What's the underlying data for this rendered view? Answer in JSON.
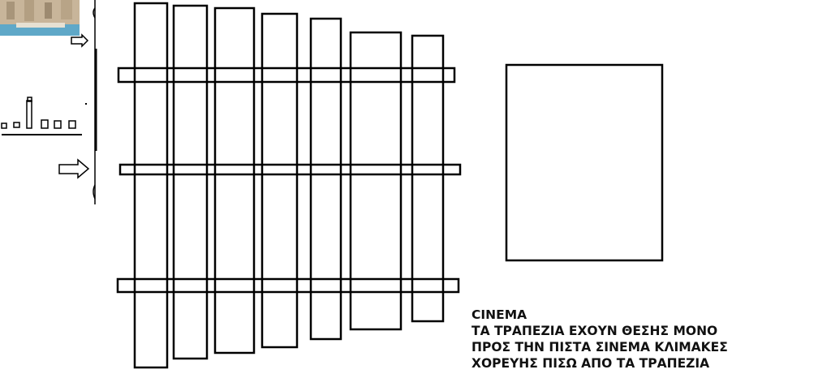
{
  "caption": {
    "heading": "CINEMA",
    "lines": [
      "ΤΑ ΤΡΑΠΕΖΙΑ ΕΧΟΥΝ ΘΕΣΗΣ ΜΟΝΟ",
      "ΠΡΟΣ ΤΗΝ ΠΙΣΤΑ ΣΙΝΕΜΑ ΚΛΙΜΑΚΕΣ",
      "ΧΟΡΕΥΗΣ ΠΙΣΩ ΑΠΟ ΤΑ ΤΡΑΠΕΖΙΑ"
    ]
  },
  "colors": {
    "stroke": "#000000",
    "background": "#ffffff",
    "photo_sky": "#d7dde3",
    "photo_stone": "#c8b59a",
    "photo_water": "#5fa8c8"
  },
  "icons": [
    "arrow-right-icon",
    "arrow-right-icon",
    "photo-thumbnail"
  ]
}
